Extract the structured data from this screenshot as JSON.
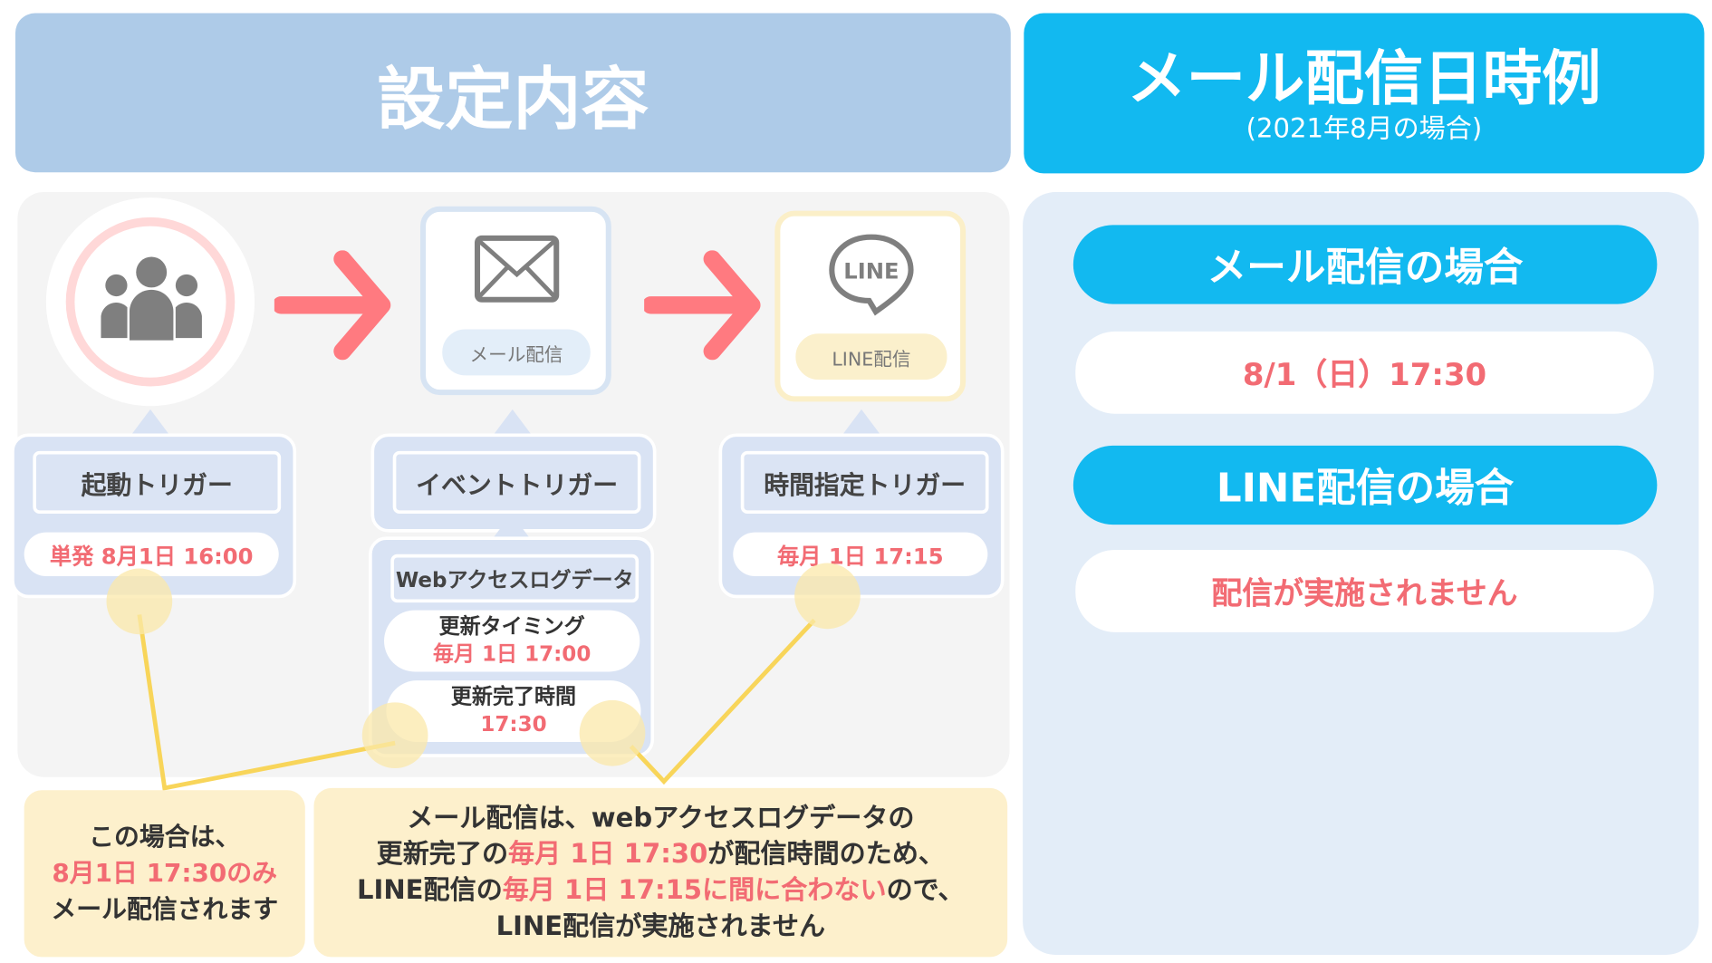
{
  "left_header": {
    "title": "設定内容"
  },
  "right_header": {
    "title": "メール配信日時例",
    "subtitle": "(2021年8月の場合)"
  },
  "flow": {
    "mail_channel_label": "メール配信",
    "line_icon_text": "LINE",
    "line_channel_label": "LINE配信"
  },
  "triggers": {
    "start": {
      "label": "起動トリガー",
      "value": "単発 8月1日 16:00"
    },
    "event": {
      "label": "イベントトリガー",
      "data_source": "Webアクセスログデータ",
      "update_timing_label": "更新タイミング",
      "update_timing_value": "毎月 1日 17:00",
      "update_done_label": "更新完了時間",
      "update_done_value": "17:30"
    },
    "time": {
      "label": "時間指定トリガー",
      "value": "毎月 1日 17:15"
    }
  },
  "notes": {
    "left": {
      "line1": "この場合は、",
      "line2": "8月1日 17:30のみ",
      "line3": "メール配信されます"
    },
    "right": {
      "line1": "メール配信は、webアクセスログデータの",
      "line2a": "更新完了の",
      "line2b": "毎月 1日 17:30",
      "line2c": "が配信時間のため、",
      "line3a": "LINE配信の",
      "line3b": "毎月 1日 17:15に間に合わない",
      "line3c": "ので、",
      "line4": "LINE配信が実施されません"
    }
  },
  "examples": {
    "mail_heading": "メール配信の場合",
    "mail_value": "8/1（日）17:30",
    "line_heading": "LINE配信の場合",
    "line_value": "配信が実施されません"
  },
  "colors": {
    "accent_blue": "#12b9f0",
    "header_blue": "#aecbe8",
    "highlight_red": "#f26b73",
    "note_yellow": "#fdf0cc",
    "arrow": "#ff7a80"
  }
}
